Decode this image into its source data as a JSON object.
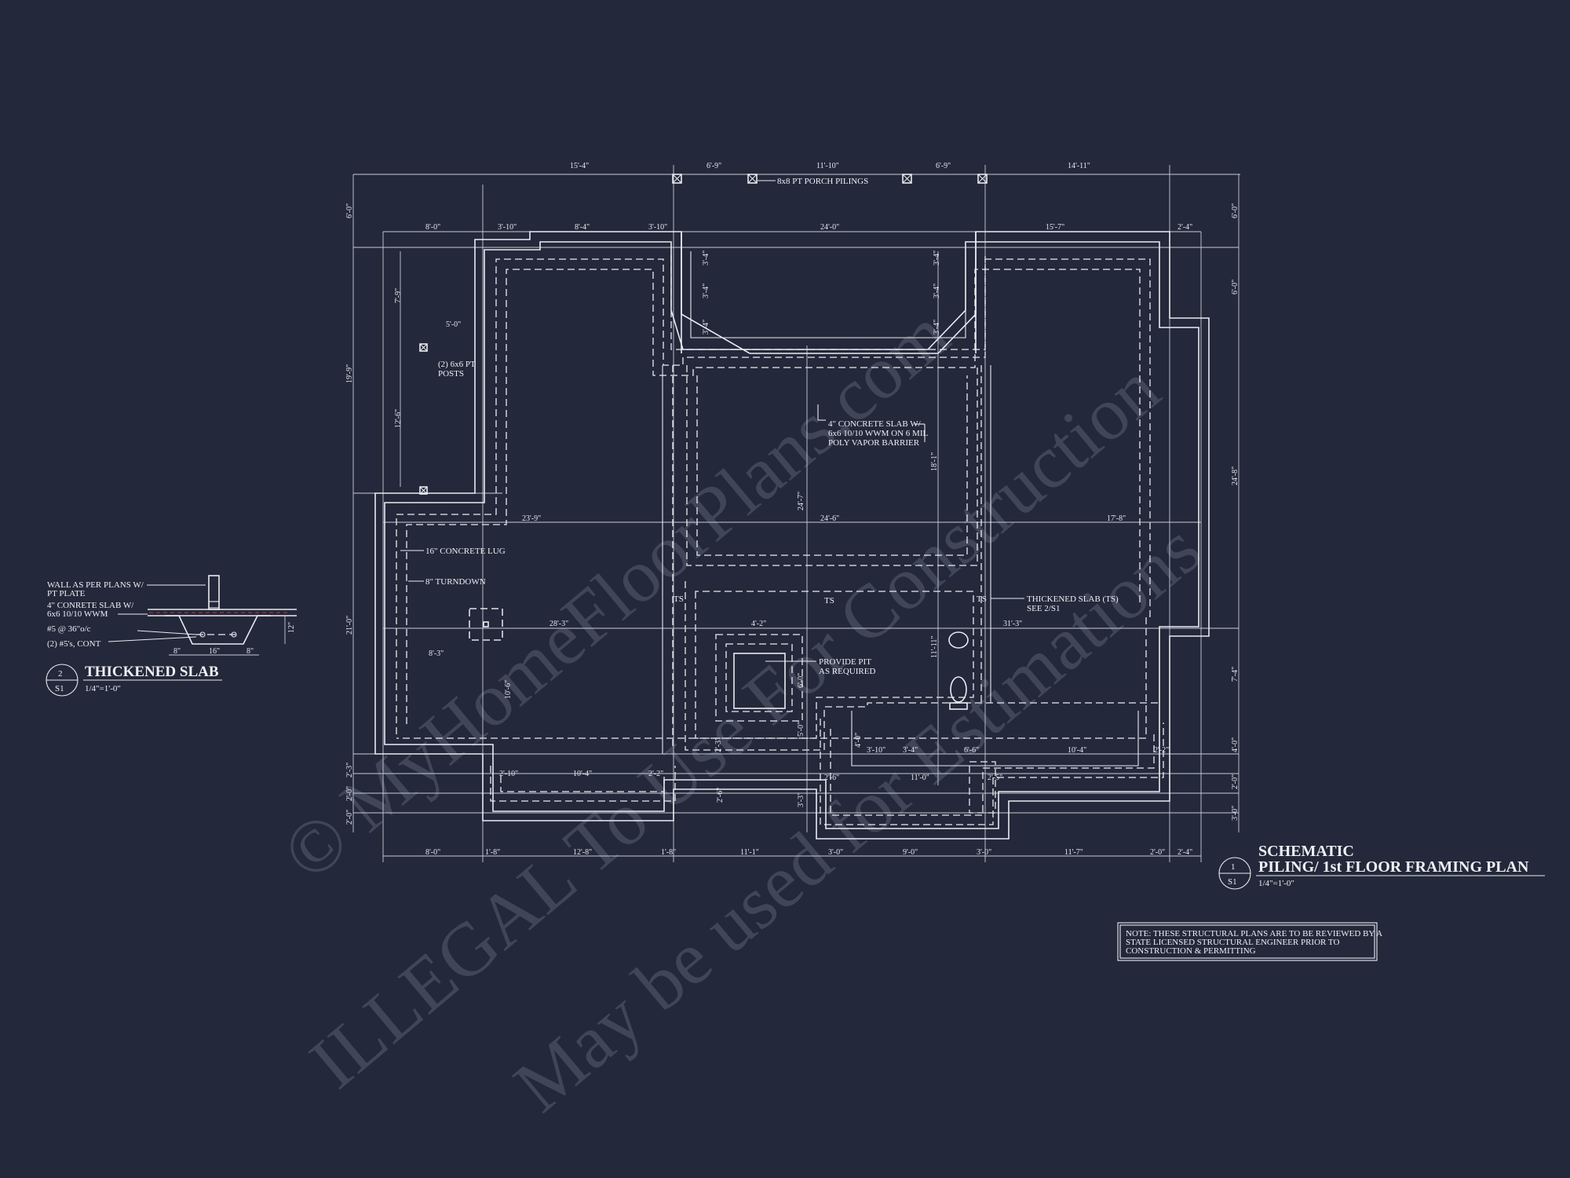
{
  "watermark": {
    "line1": "© MyHomeFloorPlans.com",
    "line2": "ILLEGAL To Use For Construction",
    "line3": "May be used for Estimations"
  },
  "plan": {
    "title_line1": "SCHEMATIC",
    "title_line2": "PILING/ 1st FLOOR FRAMING PLAN",
    "scale": "1/4\"=1'-0\"",
    "detail_number": "1",
    "sheet": "S1"
  },
  "detail": {
    "title": "THICKENED SLAB",
    "scale": "1/4\"=1'-0\"",
    "number": "2",
    "sheet": "S1",
    "labels": {
      "wall_line1": "WALL AS PER PLANS W/",
      "wall_line2": "PT PLATE",
      "slab_line1": "4\" CONRETE SLAB W/",
      "slab_line2": "6x6 10/10 WWM",
      "rebar1": "#5 @ 36\"o/c",
      "rebar2": "(2) #5's, CONT",
      "dim_12": "12\"",
      "dim_8a": "8\"",
      "dim_16": "16\"",
      "dim_8b": "8\""
    }
  },
  "notes": {
    "general_line1": "NOTE: THESE STRUCTURAL PLANS ARE TO BE REVIEWED BY A",
    "general_line2": "STATE LICENSED STRUCTURAL ENGINEER PRIOR TO",
    "general_line3": "CONSTRUCTION & PERMITTING",
    "porch_pilings": "8x8 PT PORCH PILINGS",
    "posts_line1": "(2) 6x6 PT",
    "posts_line2": "POSTS",
    "slab_line1": "4\" CONCRETE SLAB W/",
    "slab_line2": "6x6 10/10 WWM ON 6 MIL",
    "slab_line3": "POLY VAPOR BARRIER",
    "lug": "16\" CONCRETE LUG",
    "turndown": "8\" TURNDOWN",
    "ts_line1": "THICKENED SLAB (TS)",
    "ts_line2": "SEE 2/S1",
    "pit_line1": "PROVIDE PIT",
    "pit_line2": "AS REQUIRED",
    "ts": "TS"
  },
  "dims": {
    "top1": [
      "15'-4\"",
      "6'-9\"",
      "11'-10\"",
      "6'-9\"",
      "14'-11\""
    ],
    "top2": [
      "8'-0\"",
      "3'-10\"",
      "8'-4\"",
      "3'-10\"",
      "24'-0\"",
      "15'-7\"",
      "2'-4\""
    ],
    "bottom": [
      "8'-0\"",
      "1'-8\"",
      "12'-8\"",
      "1'-8\"",
      "11'-1\"",
      "3'-0\"",
      "9'-0\"",
      "3'-0\"",
      "11'-7\"",
      "2'-0\"",
      "2'-4\""
    ],
    "left": [
      "6'-0\"",
      "19'-9\"",
      "21'-0\"",
      "2'-3\"",
      "2'-0\"",
      "2'-0\""
    ],
    "left_inner": [
      "7'-9\"",
      "12'-6\"",
      "5'-0\""
    ],
    "right": [
      "6'-0\"",
      "6'-0\"",
      "24'-8\"",
      "7'-4\"",
      "4'-0\"",
      "2'-0\"",
      "3'-0\""
    ],
    "mid_row": [
      "23'-9\"",
      "24'-6\"",
      "17'-8\""
    ],
    "row2": [
      "28'-3\"",
      "31'-3\""
    ],
    "inner_left": [
      "8'-3\"",
      "10'-6\""
    ],
    "lower": [
      "2'-10\"",
      "10'-4\"",
      "2'-2\"",
      "3'-10\"",
      "3'-4\"",
      "6'-6\"",
      "10'-4\"",
      "2'-2\"",
      "11'-0\"",
      "2'-6\"",
      "2'-5\"",
      "4'-2\""
    ],
    "vertical_misc": [
      "24'-7\"",
      "18'-1\"",
      "11'-11\"",
      "3'-4\"",
      "3'-4\"",
      "3'-4\"",
      "3'-4\"",
      "3'-4\"",
      "3'-4\"",
      "2'-6\"",
      "5'-0\"",
      "6'-0\"",
      "4'-0\"",
      "2'-3\"",
      "3'-3\""
    ]
  }
}
